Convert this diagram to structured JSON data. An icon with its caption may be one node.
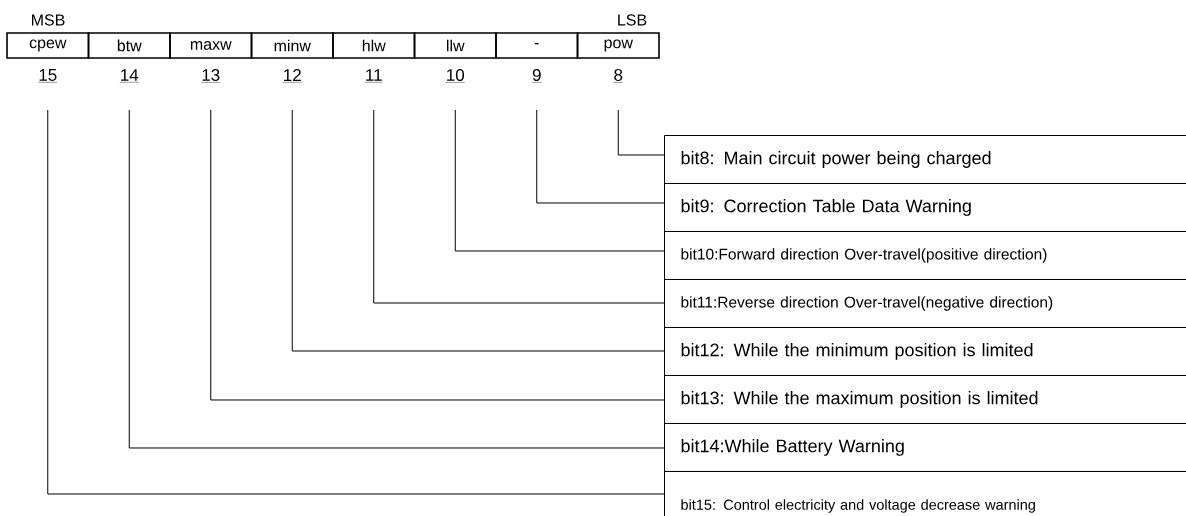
{
  "diagram": {
    "nodes": [
      {
        "text": [
          "cpew"
        ],
        "beside": [
          "15"
        ]
      },
      {
        "text": [
          "btw"
        ],
        "beside": [
          "14"
        ]
      },
      {
        "text": [
          "maxw"
        ],
        "beside": [
          "13"
        ]
      },
      {
        "text": [
          "minw"
        ],
        "beside": [
          "12"
        ]
      },
      {
        "text": [
          "hlw"
        ],
        "beside": [
          "11"
        ]
      },
      {
        "text": [
          "llw"
        ],
        "beside": [
          "10"
        ]
      },
      {
        "text": [
          "-"
        ],
        "beside": [
          "9"
        ]
      },
      {
        "text": [
          "pow"
        ],
        "beside": [
          "8"
        ]
      },
      {
        "text": [
          "bit8: Main circuit power being charged"
        ]
      },
      {
        "text": [
          "bit9: Correction Table Data Warning"
        ]
      },
      {
        "text": [
          "bit10:Forward direction Over-travel(positive direction)"
        ]
      },
      {
        "text": [
          "bit11:Reverse direction Over-travel(negative direction)"
        ]
      },
      {
        "text": [
          "bit12: While the minimum position is limited"
        ]
      },
      {
        "text": [
          "bit13: While the maximum position is limited"
        ]
      },
      {
        "text": [
          "bit14:While Battery Warning"
        ]
      },
      {
        "text": [
          "bit15: Control electricity and voltage decrease warning"
        ]
      }
    ],
    "edges": [
      {
        "from": 7,
        "to": 8,
        "arrow": "none"
      },
      {
        "from": 6,
        "to": 9,
        "arrow": "none"
      },
      {
        "from": 5,
        "to": 10,
        "arrow": "none"
      },
      {
        "from": 4,
        "to": 11,
        "arrow": "none"
      },
      {
        "from": 3,
        "to": 12,
        "arrow": "none"
      },
      {
        "from": 2,
        "to": 13,
        "arrow": "none"
      },
      {
        "from": 1,
        "to": 14,
        "arrow": "none"
      },
      {
        "from": 0,
        "to": 15,
        "arrow": "none"
      }
    ],
    "labels": [
      "MSB",
      "LSB"
    ]
  }
}
